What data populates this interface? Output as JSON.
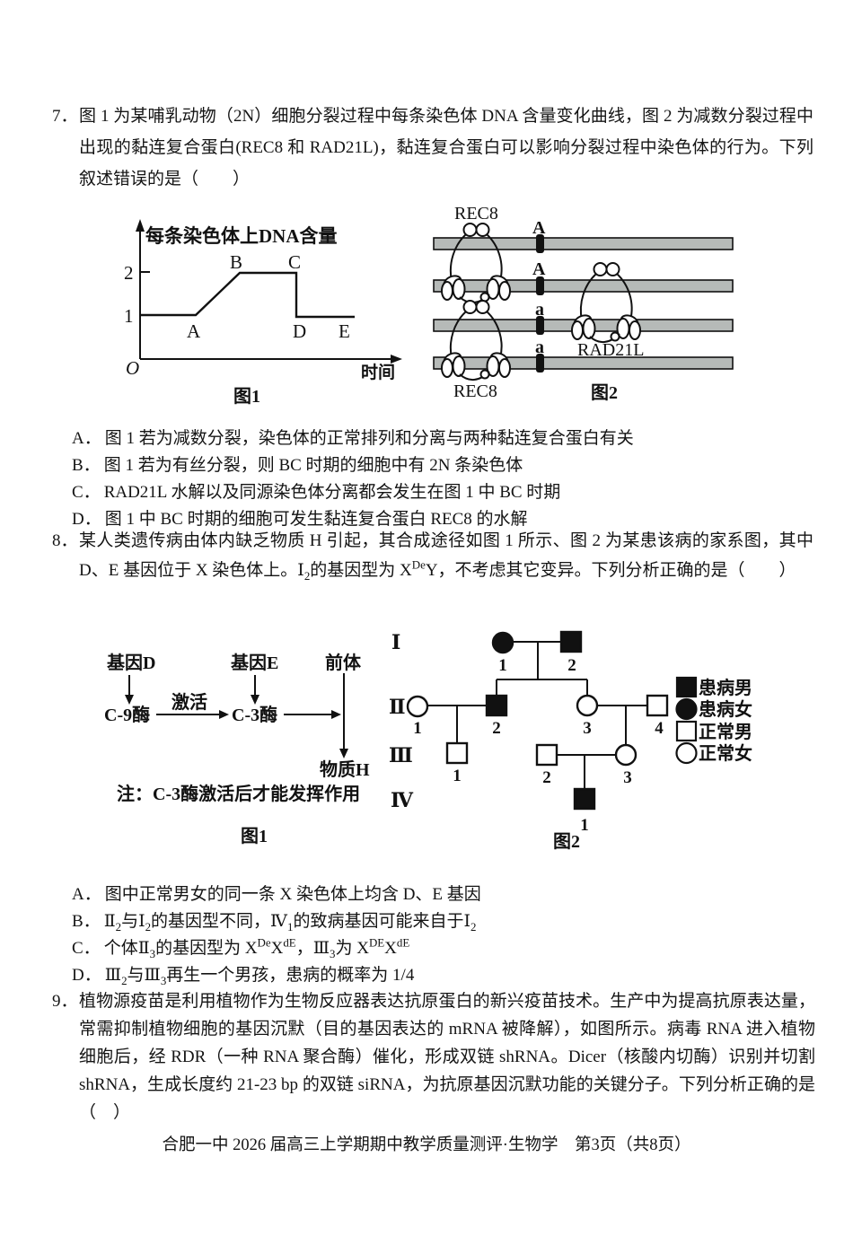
{
  "footer": {
    "text": "合肥一中 2026 届高三上学期期中教学质量测评·生物学　第3页（共8页）"
  },
  "q7": {
    "number": "7．",
    "stem": "图 1 为某哺乳动物（2N）细胞分裂过程中每条染色体 DNA 含量变化曲线，图 2 为减数分裂过程中出现的黏连复合蛋白(REC8 和 RAD21L)，黏连复合蛋白可以影响分裂过程中染色体的行为。下列叙述错误的是（　　）",
    "figure1": {
      "caption": "图1",
      "title": "每条染色体上DNA含量",
      "xlabel": "时间",
      "origin": "O",
      "ytick2": "2",
      "ytick1": "1",
      "ptA": "A",
      "ptB": "B",
      "ptC": "C",
      "ptD": "D",
      "ptE": "E",
      "chart": {
        "type": "line",
        "x": [
          "O",
          "A",
          "B",
          "C",
          "D",
          "E"
        ],
        "y": [
          1,
          1,
          2,
          2,
          1,
          1
        ],
        "ylabel": "每条染色体上DNA含量",
        "xlabel": "时间",
        "yticks": [
          1,
          2
        ]
      }
    },
    "figure2": {
      "caption": "图2",
      "rec8_top": "REC8",
      "rec8_bottom": "REC8",
      "rad21l": "RAD21L",
      "centromere1": "A",
      "centromere2": "A",
      "centromere3": "a",
      "centromere4": "a"
    },
    "options": [
      {
        "label": "A．",
        "text": "图 1 若为减数分裂，染色体的正常排列和分离与两种黏连复合蛋白有关"
      },
      {
        "label": "B．",
        "text": "图 1 若为有丝分裂，则 BC 时期的细胞中有 2N 条染色体"
      },
      {
        "label": "C．",
        "text": "RAD21L 水解以及同源染色体分离都会发生在图 1 中 BC 时期"
      },
      {
        "label": "D．",
        "text": "图 1 中 BC 时期的细胞可发生黏连复合蛋白 REC8 的水解"
      }
    ]
  },
  "q8": {
    "number": "8．",
    "stem": "某人类遗传病由体内缺乏物质 H 引起，其合成途径如图 1 所示、图 2 为某患该病的家系图，其中 D、E 基因位于 X 染色体上。Ⅰ_{2}的基因型为 X^{De}Y，不考虑其它变异。下列分析正确的是（　　）",
    "figure1": {
      "caption": "图1",
      "geneD": "基因D",
      "geneE": "基因E",
      "precursor": "前体",
      "c9": "C-9酶",
      "c3": "C-3酶",
      "activate": "激活",
      "productH": "物质H",
      "note": "注：C-3酶激活后才能发挥作用"
    },
    "figure2": {
      "caption": "图2",
      "gen1": "Ⅰ",
      "gen2": "Ⅱ",
      "gen3": "Ⅲ",
      "gen4": "Ⅳ",
      "legend": [
        {
          "symbol": "filled-square",
          "label": "患病男"
        },
        {
          "symbol": "filled-circle",
          "label": "患病女"
        },
        {
          "symbol": "empty-square",
          "label": "正常男"
        },
        {
          "symbol": "empty-circle",
          "label": "正常女"
        }
      ],
      "individuals": [
        {
          "id": "Ⅰ-1",
          "sex": "female",
          "affected": true,
          "num": "1"
        },
        {
          "id": "Ⅰ-2",
          "sex": "male",
          "affected": true,
          "num": "2"
        },
        {
          "id": "Ⅱ-1",
          "sex": "female",
          "affected": false,
          "num": "1"
        },
        {
          "id": "Ⅱ-2",
          "sex": "male",
          "affected": true,
          "num": "2"
        },
        {
          "id": "Ⅱ-3",
          "sex": "female",
          "affected": false,
          "num": "3"
        },
        {
          "id": "Ⅱ-4",
          "sex": "male",
          "affected": false,
          "num": "4"
        },
        {
          "id": "Ⅲ-1",
          "sex": "male",
          "affected": false,
          "num": "1"
        },
        {
          "id": "Ⅲ-2",
          "sex": "male",
          "affected": false,
          "num": "2"
        },
        {
          "id": "Ⅲ-3",
          "sex": "female",
          "affected": false,
          "num": "3"
        },
        {
          "id": "Ⅳ-1",
          "sex": "male",
          "affected": true,
          "num": "1"
        }
      ]
    },
    "options": [
      {
        "label": "A．",
        "rich": "图中正常男女的同一条 X 染色体上均含 D、E 基因"
      },
      {
        "label": "B．",
        "rich": "Ⅱ_{2}与Ⅰ_{2}的基因型不同，Ⅳ_{1}的致病基因可能来自于Ⅰ_{2}"
      },
      {
        "label": "C．",
        "rich": "个体Ⅱ_{3}的基因型为 X^{De}X^{dE}，Ⅲ_{3}为 X^{DE}X^{dE}"
      },
      {
        "label": "D．",
        "rich": "Ⅲ_{2}与Ⅲ_{3}再生一个男孩，患病的概率为 1/4"
      }
    ]
  },
  "q9": {
    "number": "9．",
    "stem": "植物源疫苗是利用植物作为生物反应器表达抗原蛋白的新兴疫苗技术。生产中为提高抗原表达量，常需抑制植物细胞的基因沉默（目的基因表达的 mRNA 被降解），如图所示。病毒 RNA 进入植物细胞后，经 RDR（一种 RNA 聚合酶）催化，形成双链 shRNA。Dicer（核酸内切酶）识别并切割 shRNA，生成长度约 21-23 bp 的双链 siRNA，为抗原基因沉默功能的关键分子。下列分析正确的是（　）"
  }
}
